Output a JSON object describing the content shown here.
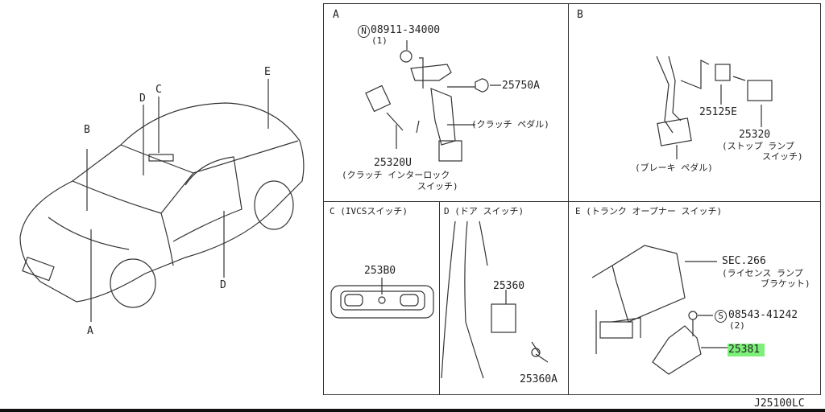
{
  "overview": {
    "callouts": [
      "A",
      "B",
      "C",
      "D",
      "E",
      "D"
    ]
  },
  "panel_a": {
    "title": "A",
    "nut_part": "08911-34000",
    "nut_prefix": "N",
    "nut_qty": "(1)",
    "part_stopper": "25750A",
    "pedal_label": "(クラッチ ペダル)",
    "switch_part": "25320U",
    "switch_label_1": "(クラッチ インターロック",
    "switch_label_2": "スイッチ)"
  },
  "panel_b": {
    "title": "B",
    "part_clip": "25125E",
    "switch_part": "25320",
    "switch_label_1": "(ストップ ランプ",
    "switch_label_2": "スイッチ)",
    "pedal_label": "(ブレーキ ペダル)"
  },
  "panel_c": {
    "title": "C (IVCSスイッチ)",
    "part": "253B0"
  },
  "panel_d": {
    "title": "D (ドア スイッチ)",
    "part": "25360",
    "screw_part": "25360A"
  },
  "panel_e": {
    "title": "E (トランク オープナー スイッチ)",
    "sec_ref": "SEC.266",
    "sec_label_1": "(ライセンス ランプ",
    "sec_label_2": "ブラケット)",
    "screw_prefix": "S",
    "screw_part": "08543-41242",
    "screw_qty": "(2)",
    "switch_part": "25381",
    "highlight_color": "#7df07a"
  },
  "diagram_code": "J25100LC"
}
